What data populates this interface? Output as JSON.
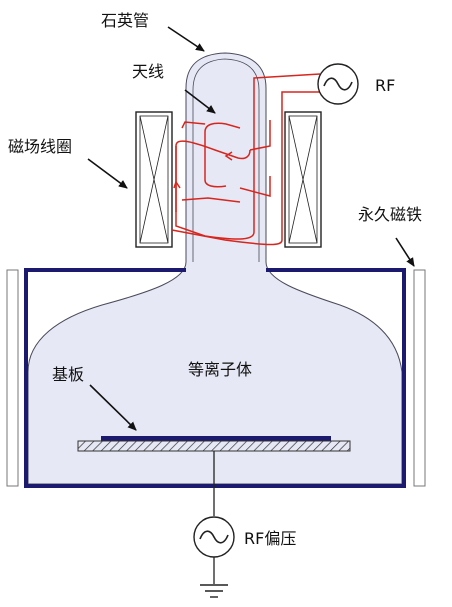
{
  "labels": {
    "quartz_tube": "石英管",
    "antenna": "天线",
    "magnet_coil": "磁场线圈",
    "permanent_magnet": "永久磁铁",
    "plasma": "等离子体",
    "substrate": "基板",
    "rf": "RF",
    "rf_bias": "RF偏压"
  },
  "colors": {
    "plasma_fill": "#e6e8f5",
    "chamber_wall": "#1c1a6e",
    "antenna_wire": "#d7261e",
    "substrate_plate": "#1c1a6e",
    "line": "#222222"
  },
  "icons": {
    "rf_source": "ac-source-icon",
    "rf_bias_source": "ac-source-icon",
    "ground": "ground-icon"
  }
}
